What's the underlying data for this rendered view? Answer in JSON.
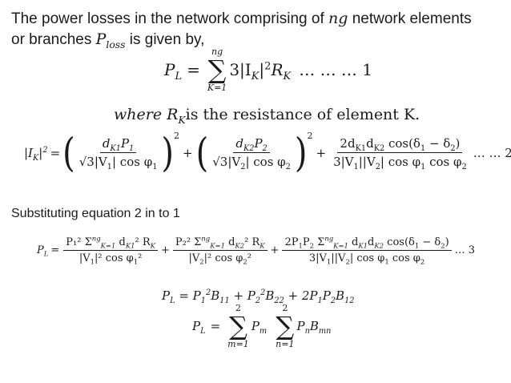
{
  "intro": {
    "line1_a": "The power losses in the network comprising of ",
    "line1_ng": "ng",
    "line1_b": " network elements",
    "line2_a": "or branches ",
    "line2_P": "P",
    "line2_sub": "loss",
    "line2_b": " is given by,"
  },
  "eq1": {
    "lhs": "P",
    "lhs_sub": "L",
    "eq": "=",
    "sum_top": "ng",
    "sum_bottom": "K=1",
    "term": "3|I",
    "term_sub": "K",
    "term_sq": "2",
    "term_R": "R",
    "term_R_sub": "K",
    "num": "… … … 1"
  },
  "where_line": {
    "where": "where ",
    "R": "R",
    "R_sub": "K",
    "rest": "is the resistance of element K."
  },
  "eq2": {
    "lhs": "|I",
    "lhs_sub": "K",
    "lhs_tail": "|",
    "lhs_sq": "2",
    "t1_num": "d",
    "t1_num_sub": "K1",
    "t1_num_P": "P",
    "t1_num_P_sub": "1",
    "t1_den": "√3|V",
    "t1_den_sub": "1",
    "t1_den_tail": "| cos φ",
    "t1_den_phi_sub": "1",
    "t2_num": "d",
    "t2_num_sub": "K2",
    "t2_num_P": "P",
    "t2_num_P_sub": "2",
    "t2_den": "√3|V",
    "t2_den_sub": "2",
    "t2_den_tail": "| cos φ",
    "t2_den_phi_sub": "2",
    "sq": "2",
    "t3_num": "2d",
    "t3_num_sub1": "K1",
    "t3_num_mid": "d",
    "t3_num_sub2": "K2",
    "t3_num_cos": " cos(δ",
    "t3_num_delta1": "1",
    "t3_num_minus": " − δ",
    "t3_num_delta2": "2",
    "t3_num_close": ")",
    "t3_den": "3|V",
    "t3_den_sub1": "1",
    "t3_den_mid": "||V",
    "t3_den_sub2": "2",
    "t3_den_tail": "| cos φ",
    "t3_den_phi1": "1",
    "t3_den_cos2": " cos φ",
    "t3_den_phi2": "2",
    "num": "… … 2"
  },
  "substituting": "Substituting equation 2 in to 1",
  "eq3": {
    "lhs": "P",
    "lhs_sub": "L",
    "f1_num": "P₁² Σ",
    "f1_num_sup": "ng",
    "f1_num_sub": "K=1",
    "f1_num_tail": " d",
    "f1_num_d_sub": "K1",
    "f1_num_end": "² R",
    "f1_num_R_sub": "K",
    "f1_den": "|V",
    "f1_den_sub": "1",
    "f1_den_tail": "|² cos φ",
    "f1_den_phi": "1",
    "f1_den_end": "²",
    "f2_num": "P₂² Σ",
    "f2_num_sup": "ng",
    "f2_num_sub": "K=1",
    "f2_num_tail": " d",
    "f2_num_d_sub": "K2",
    "f2_num_end": "² R",
    "f2_num_R_sub": "K",
    "f2_den": "|V",
    "f2_den_sub": "2",
    "f2_den_tail": "|² cos φ",
    "f2_den_phi": "2",
    "f2_den_end": "²",
    "f3_num": "2P",
    "f3_num_s1": "1",
    "f3_num_P2": "P",
    "f3_num_s2": "2",
    "f3_num_sum": " Σ",
    "f3_num_sup": "ng",
    "f3_num_sub": "K=1",
    "f3_num_tail": " d",
    "f3_num_d1": "K1",
    "f3_num_d": "d",
    "f3_num_d2": "K2",
    "f3_num_cos": " cos(δ",
    "f3_num_delta1": "1",
    "f3_num_minus": " − δ",
    "f3_num_delta2": "2",
    "f3_num_close": ")",
    "f3_den": "3|V",
    "f3_den_s1": "1",
    "f3_den_mid": "||V",
    "f3_den_s2": "2",
    "f3_den_tail": "| cos φ",
    "f3_den_phi1": "1",
    "f3_den_cos2": " cos φ",
    "f3_den_phi2": "2",
    "num": "… 3"
  },
  "eq4": {
    "text_a": "P",
    "lhs_sub": "L",
    "eq": " = P",
    "s1": "1",
    "sq1": "2",
    "b11": "B",
    "b11_sub": "11",
    "plus1": " + P",
    "s2": "2",
    "sq2": "2",
    "b22": "B",
    "b22_sub": "22",
    "plus2": " + 2P",
    "s3": "1",
    "p2": "P",
    "s4": "2",
    "b12": "B",
    "b12_sub": "12"
  },
  "eq5": {
    "lhs": "P",
    "lhs_sub": "L",
    "eq": "=",
    "sum1_top": "2",
    "sum1_bottom": "m=1",
    "pm": "P",
    "pm_sub": "m",
    "sum2_top": "2",
    "sum2_bottom": "n=1",
    "pn": "P",
    "pn_sub": "n",
    "b": "B",
    "b_sub": "mn"
  }
}
